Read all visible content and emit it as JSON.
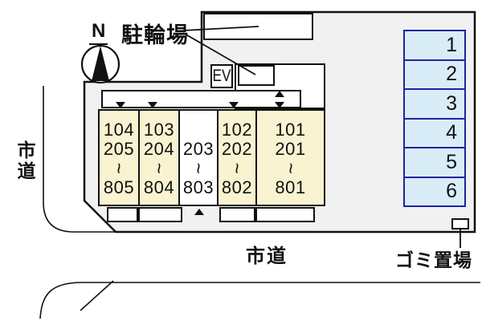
{
  "labels": {
    "north": "N",
    "bicycle_parking": "駐輪場",
    "elevator": "EV",
    "road_left": "市道",
    "road_bottom": "市道",
    "garbage": "ゴミ置場"
  },
  "building": {
    "columns": [
      {
        "id": "unit-col-104",
        "fill": "yellow",
        "lines": [
          "104",
          "205",
          "~",
          "805"
        ]
      },
      {
        "id": "unit-col-103",
        "fill": "yellow",
        "lines": [
          "103",
          "204",
          "~",
          "804"
        ]
      },
      {
        "id": "unit-col-203",
        "fill": "white",
        "lines": [
          "",
          "203",
          "~",
          "803"
        ]
      },
      {
        "id": "unit-col-102",
        "fill": "yellow",
        "lines": [
          "102",
          "202",
          "~",
          "802"
        ]
      },
      {
        "id": "unit-col-101",
        "fill": "yellow",
        "lines": [
          "101",
          "201",
          "~",
          "801"
        ]
      }
    ]
  },
  "parking": {
    "spaces": [
      "1",
      "2",
      "3",
      "4",
      "5",
      "6"
    ]
  },
  "colors": {
    "property_fill": "#f1f1f1",
    "unit_fill": "#f9f3d1",
    "parking_fill": "#d9edf8",
    "parking_border": "#2222a2",
    "line": "#111111"
  }
}
